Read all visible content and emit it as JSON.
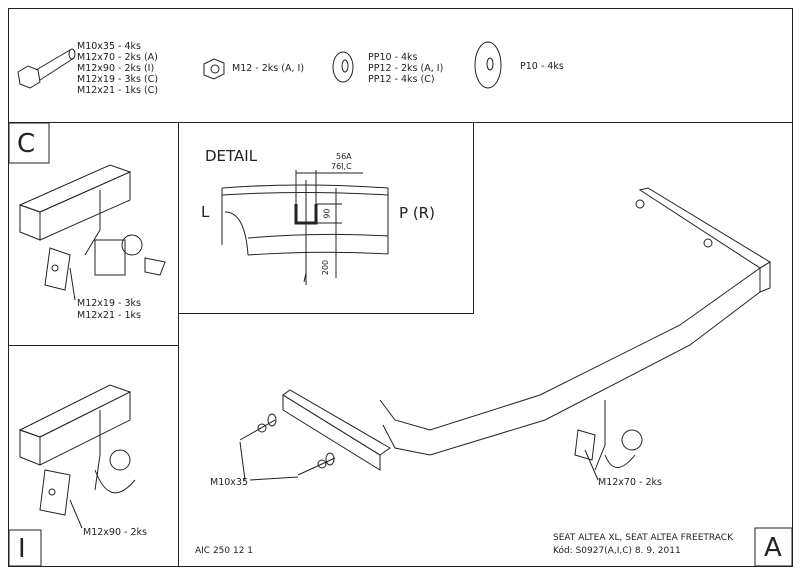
{
  "parts": {
    "bolts": [
      "M10x35 - 4ks",
      "M12x70 - 2ks (A)",
      "M12x90 - 2ks (I)",
      "M12x19 - 3ks (C)",
      "M12x21 - 1ks (C)"
    ],
    "nut": "M12 - 2ks (A, I)",
    "washers": [
      "PP10 - 4ks",
      "PP12 - 2ks (A, I)",
      "PP12 - 4ks (C)"
    ],
    "plate_washer": "P10 - 4ks"
  },
  "panel_c": {
    "label": "C",
    "bolts": [
      "M12x19 - 3ks",
      "M12x21 - 1ks"
    ]
  },
  "panel_i": {
    "label": "I",
    "bolt": "M12x90 - 2ks"
  },
  "detail": {
    "title": "DETAIL",
    "left": "L",
    "right": "P (R)",
    "dim_top_1": "56A",
    "dim_top_2": "76I,C",
    "dim_90": "90",
    "dim_200": "200"
  },
  "main": {
    "label": "A",
    "bolt_left": "M10x35",
    "bolt_right": "M12x70 - 2ks"
  },
  "footer": {
    "code": "AIC 250 12 1",
    "vehicle": "SEAT ALTEA XL, SEAT ALTEA FREETRACK",
    "kod": "Kód: S0927(A,I,C)  8. 9. 2011"
  }
}
